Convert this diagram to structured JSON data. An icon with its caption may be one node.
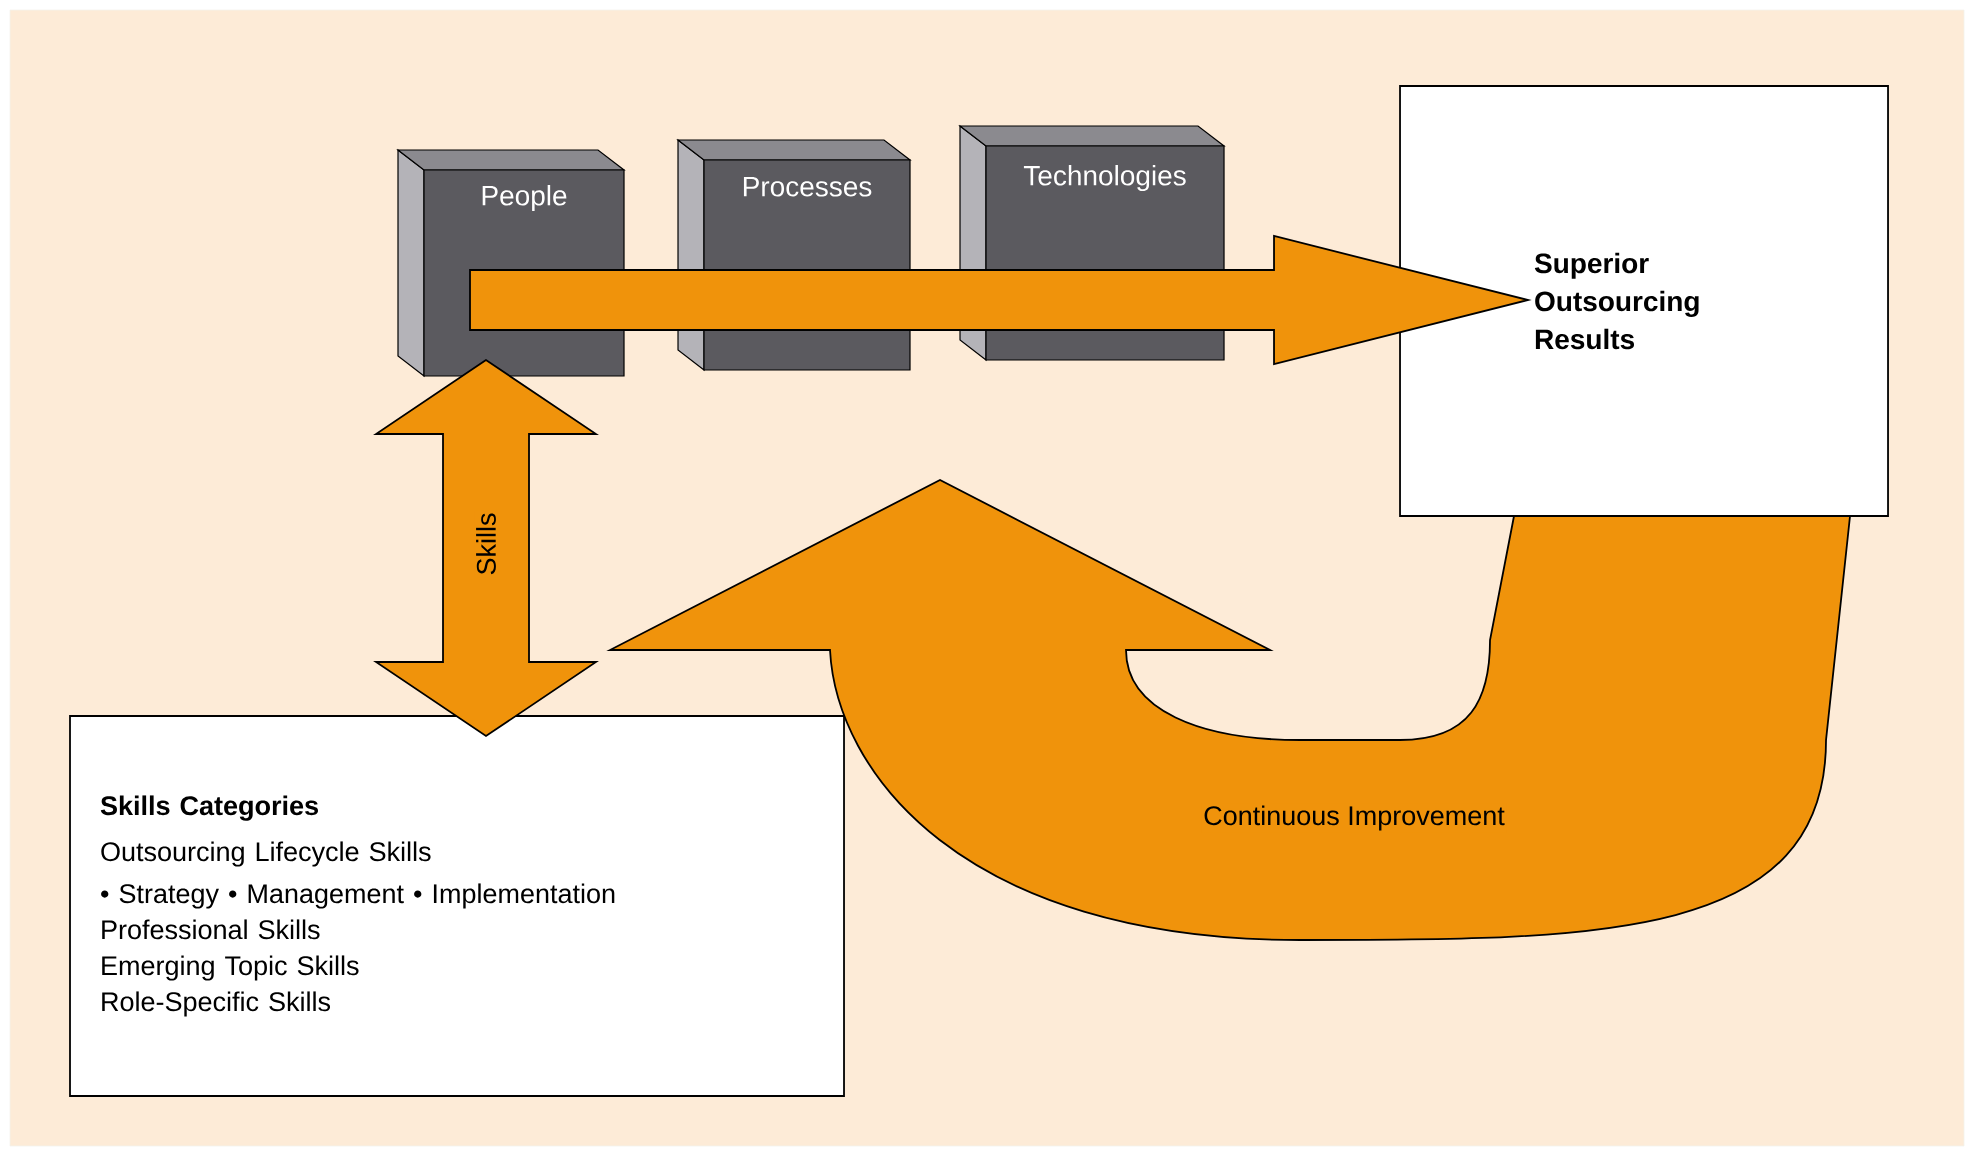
{
  "diagram": {
    "nodes": [
      {
        "text": [
          "People"
        ]
      },
      {
        "text": [
          "Processes"
        ]
      },
      {
        "text": [
          "Technologies"
        ]
      },
      {
        "text": [
          "Superior Outsourcing Results"
        ]
      },
      {
        "text": [
          "Skills Categories",
          "Outsourcing Lifecycle Skills",
          "• Strategy • Management • Implementation",
          "Professional Skills",
          "Emerging Topic Skills",
          "Role-Specific Skills"
        ]
      }
    ],
    "edges": [
      {
        "from": 0,
        "to": 3,
        "arrow": "to"
      },
      {
        "from": 0,
        "to": 4,
        "arrow": "both",
        "label": "Skills"
      },
      {
        "from": 3,
        "to": null,
        "arrow": "to",
        "label": "Continuous Improvement"
      }
    ]
  }
}
